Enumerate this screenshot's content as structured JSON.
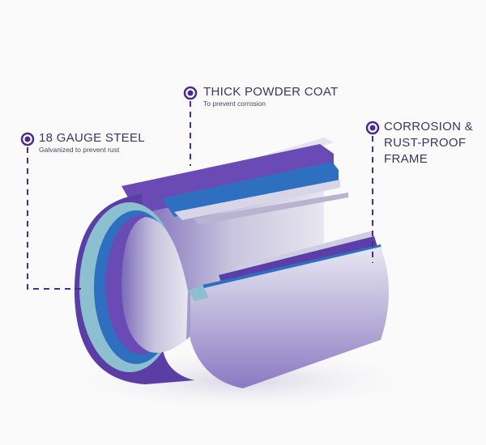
{
  "callouts": [
    {
      "title": "18 GAUGE STEEL",
      "subtitle": "Galvanized to prevent rust"
    },
    {
      "title": "THICK POWDER COAT",
      "subtitle": "To prevent corrosion"
    },
    {
      "title_lines": [
        "CORROSION &",
        "RUST-PROOF",
        "FRAME"
      ]
    }
  ],
  "colors": {
    "marker": "#4a2a8a",
    "purple": "#6a4bb5",
    "blue": "#2f6fc0",
    "steel": "#c9c6dc",
    "teal": "#8cc0d0"
  }
}
